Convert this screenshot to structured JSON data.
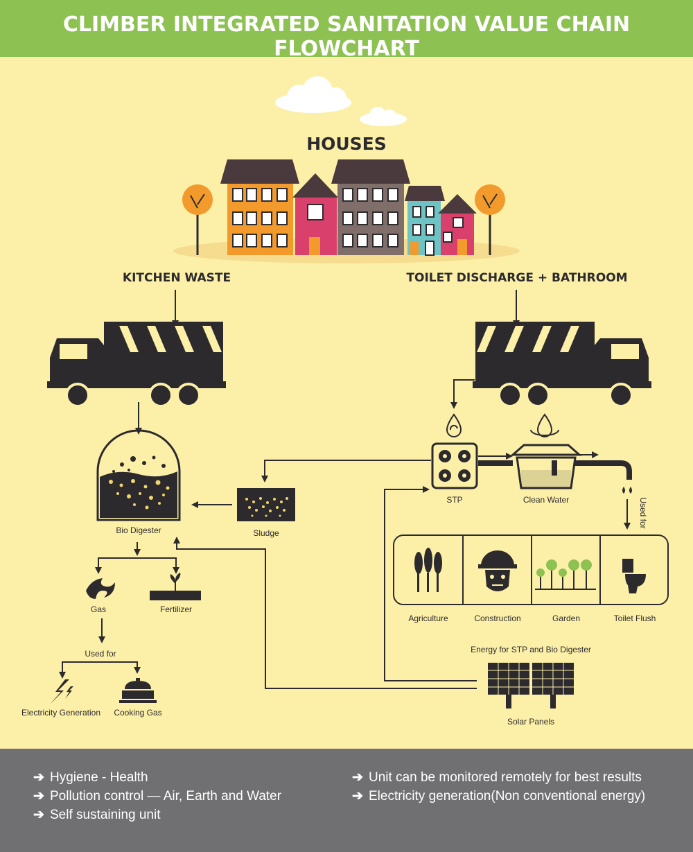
{
  "header": {
    "title": "CLIMBER INTEGRATED SANITATION VALUE CHAIN FLOWCHART"
  },
  "houses": {
    "label": "HOUSES"
  },
  "sources": {
    "kitchen": "KITCHEN WASTE",
    "toilet": "TOILET DISCHARGE + BATHROOM"
  },
  "nodes": {
    "bio_digester": "Bio Digester",
    "sludge": "Sludge",
    "stp": "STP",
    "clean_water": "Clean Water",
    "gas": "Gas",
    "fertilizer": "Fertilizer",
    "used_for_gas": "Used for",
    "used_for_water": "Used for",
    "electricity_generation": "Electricity Generation",
    "cooking_gas": "Cooking Gas",
    "solar_energy_label": "Energy for STP and Bio Digester",
    "solar_panels": "Solar Panels"
  },
  "uses": [
    "Agriculture",
    "Construction",
    "Garden",
    "Toilet Flush"
  ],
  "footer": {
    "left": [
      "Hygiene - Health",
      "Pollution control — Air, Earth and Water",
      "Self sustaining unit"
    ],
    "right": [
      "Unit can be monitored remotely for best results",
      "Electricity generation(Non conventional energy)"
    ]
  },
  "colors": {
    "header_bg": "#8dc152",
    "page_bg": "#fcf0a8",
    "footer_bg": "#707073",
    "ink": "#2d2a2e",
    "orange": "#f39a2c",
    "pink": "#d9416c",
    "teal": "#6ec4c4",
    "brown": "#7f6e6a"
  }
}
